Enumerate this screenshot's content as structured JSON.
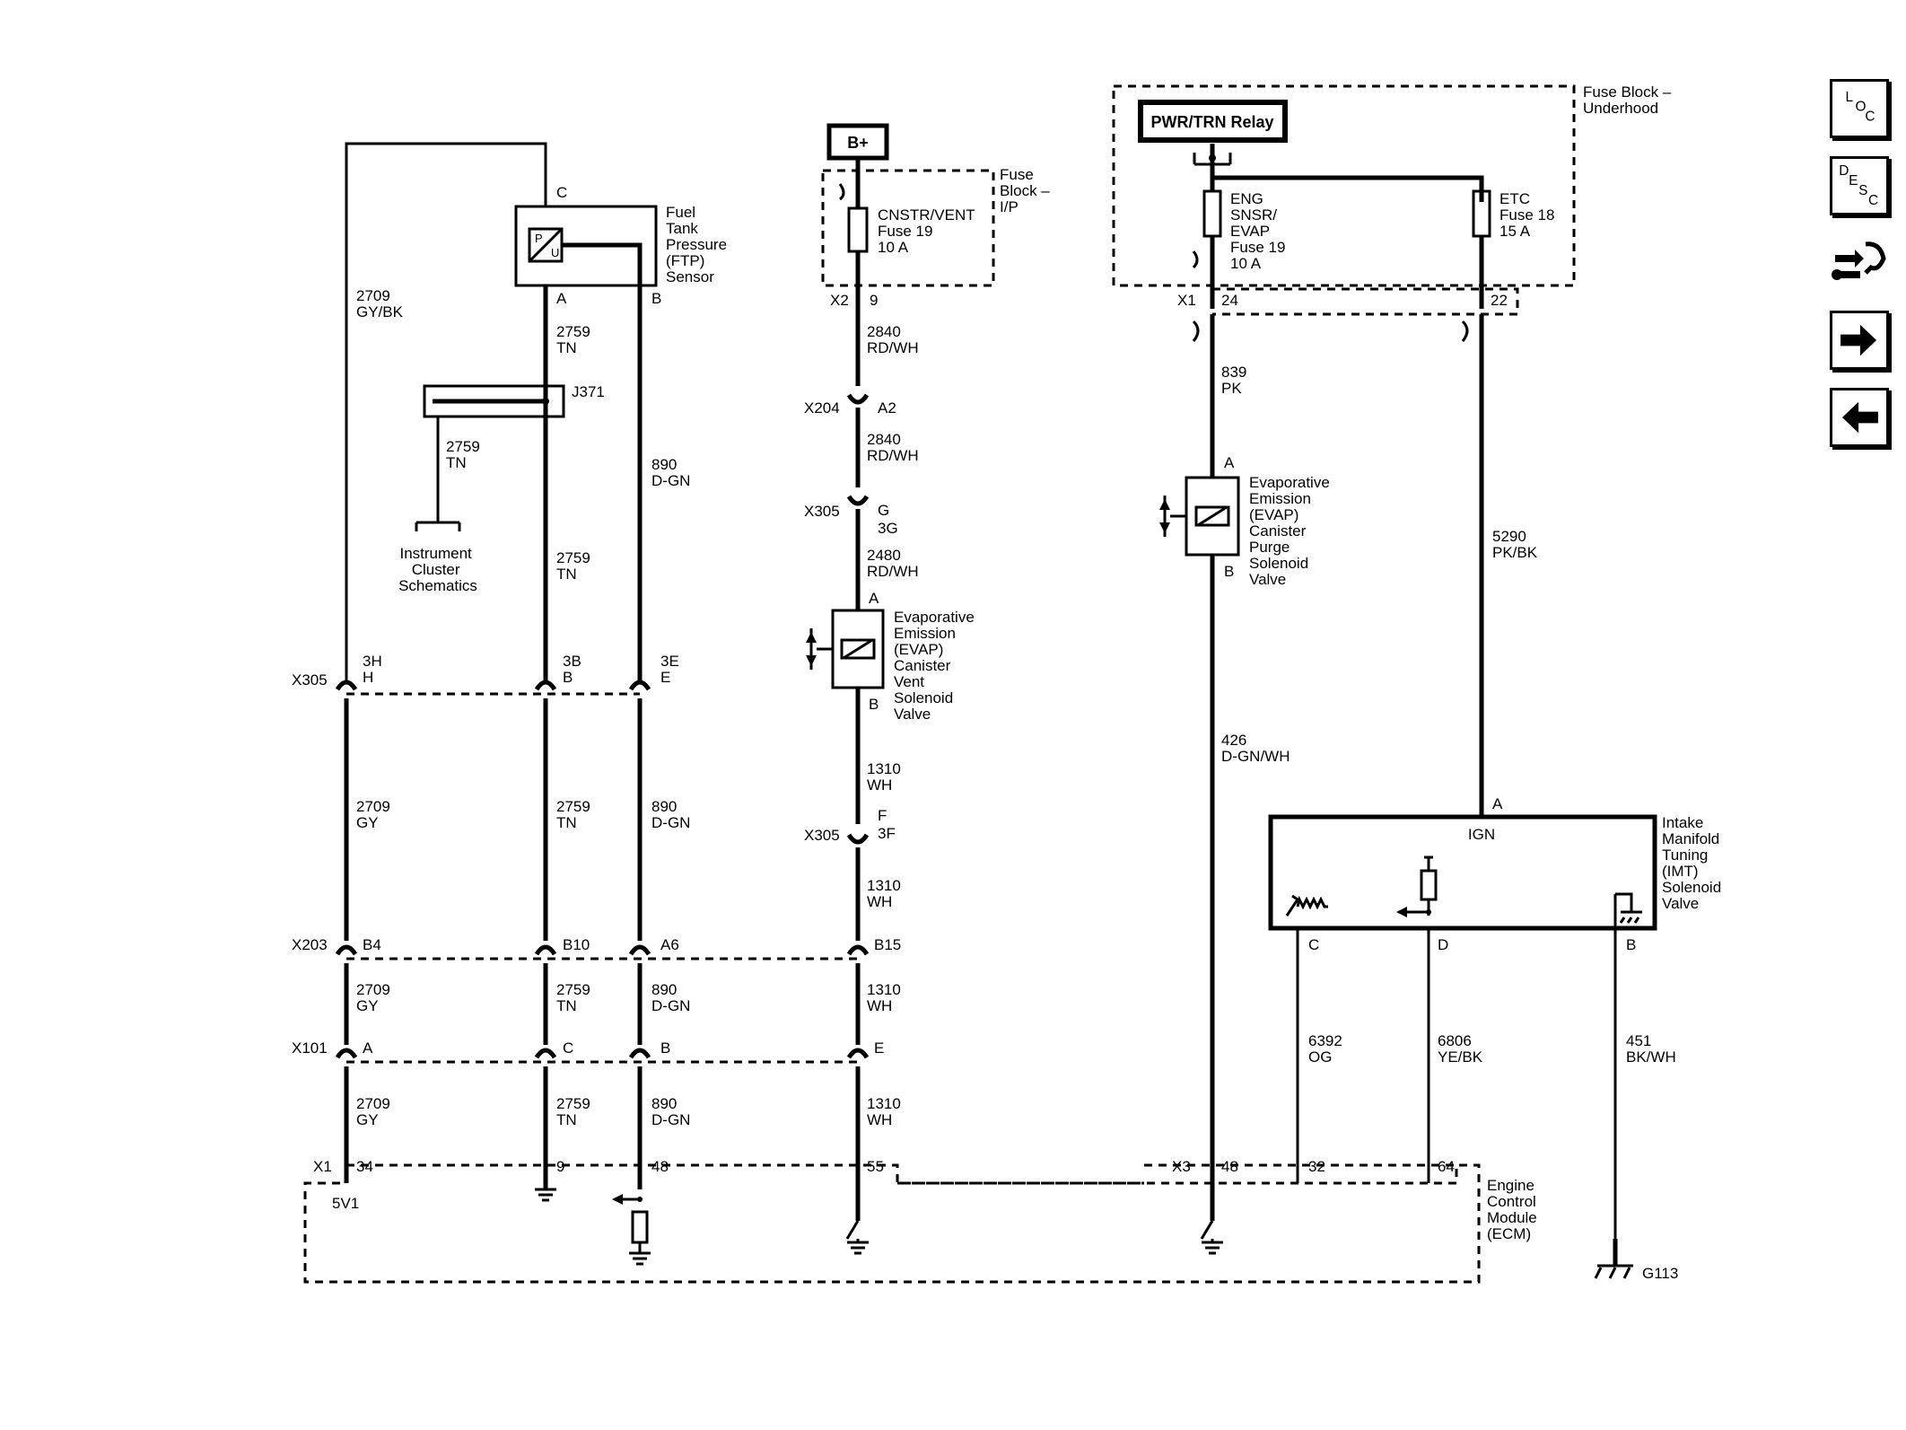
{
  "components": {
    "ftp_sensor": {
      "pin_top": "C",
      "label": [
        "Fuel",
        "Tank",
        "Pressure",
        "(FTP)",
        "Sensor"
      ],
      "pin_a": "A",
      "pin_b": "B",
      "symbol_p": "P",
      "symbol_u": "U"
    },
    "j371": {
      "label": "J371"
    },
    "instrument_cluster": {
      "label": [
        "Instrument",
        "Cluster",
        "Schematics"
      ]
    },
    "battery": {
      "label": "B+"
    },
    "fuse_block_ip": {
      "label": [
        "Fuse",
        "Block –",
        "I/P"
      ],
      "fuse_label": [
        "CNSTR/VENT",
        "Fuse 19",
        "10 A"
      ],
      "connector": "X2",
      "pin": "9"
    },
    "fuse_block_underhood": {
      "label": [
        "Fuse Block –",
        "Underhood"
      ],
      "relay": "PWR/TRN Relay",
      "fuse_eng": [
        "ENG",
        "SNSR/",
        "EVAP",
        "Fuse 19",
        "10 A"
      ],
      "fuse_etc": [
        "ETC",
        "Fuse 18",
        "15 A"
      ],
      "connector": "X1",
      "pin_24": "24",
      "pin_22": "22"
    },
    "evap_vent": {
      "label": [
        "Evaporative",
        "Emission",
        "(EVAP)",
        "Canister",
        "Vent",
        "Solenoid",
        "Valve"
      ],
      "pin_a": "A",
      "pin_b": "B"
    },
    "evap_purge": {
      "label": [
        "Evaporative",
        "Emission",
        "(EVAP)",
        "Canister",
        "Purge",
        "Solenoid",
        "Valve"
      ],
      "pin_a": "A",
      "pin_b": "B"
    },
    "imt": {
      "label": [
        "Intake",
        "Manifold",
        "Tuning",
        "(IMT)",
        "Solenoid",
        "Valve"
      ],
      "ign": "IGN",
      "pin_a": "A",
      "pin_c": "C",
      "pin_d": "D",
      "pin_b": "B"
    },
    "ecm": {
      "label": [
        "Engine",
        "Control",
        "Module",
        "(ECM)"
      ],
      "x1": "X1",
      "x3": "X3",
      "v5": "5V1",
      "pins_x1": [
        "34",
        "9",
        "48",
        "55"
      ],
      "pins_x3": [
        "48",
        "32",
        "64"
      ]
    },
    "ground": {
      "label": "G113"
    }
  },
  "wires": {
    "w2709gybk": [
      "2709",
      "GY/BK"
    ],
    "w2759tn_a": [
      "2759",
      "TN"
    ],
    "w2759tn_j": [
      "2759",
      "TN"
    ],
    "w890dgn_top": [
      "890",
      "D-GN"
    ],
    "w2759tn_b": [
      "2759",
      "TN"
    ],
    "w2709gy_1": [
      "2709",
      "GY"
    ],
    "w2759tn_1": [
      "2759",
      "TN"
    ],
    "w890dgn_1": [
      "890",
      "D-GN"
    ],
    "w2709gy_2": [
      "2709",
      "GY"
    ],
    "w2759tn_2": [
      "2759",
      "TN"
    ],
    "w890dgn_2": [
      "890",
      "D-GN"
    ],
    "w2709gy_3": [
      "2709",
      "GY"
    ],
    "w2759tn_3": [
      "2759",
      "TN"
    ],
    "w890dgn_3": [
      "890",
      "D-GN"
    ],
    "w2840_1": [
      "2840",
      "RD/WH"
    ],
    "w2840_2": [
      "2840",
      "RD/WH"
    ],
    "w2480": [
      "2480",
      "RD/WH"
    ],
    "w1310_1": [
      "1310",
      "WH"
    ],
    "w1310_2": [
      "1310",
      "WH"
    ],
    "w1310_3": [
      "1310",
      "WH"
    ],
    "w1310_4": [
      "1310",
      "WH"
    ],
    "w839": [
      "839",
      "PK"
    ],
    "w426": [
      "426",
      "D-GN/WH"
    ],
    "w5290": [
      "5290",
      "PK/BK"
    ],
    "w6392": [
      "6392",
      "OG"
    ],
    "w6806": [
      "6806",
      "YE/BK"
    ],
    "w451": [
      "451",
      "BK/WH"
    ]
  },
  "connectors": {
    "x305_left": {
      "name": "X305",
      "pins": [
        [
          "3H",
          "H"
        ],
        [
          "3B",
          "B"
        ],
        [
          "3E",
          "E"
        ]
      ]
    },
    "x203": {
      "name": "X203",
      "pins": [
        "B4",
        "B10",
        "A6",
        "B15"
      ]
    },
    "x101": {
      "name": "X101",
      "pins": [
        "A",
        "C",
        "B",
        "E"
      ]
    },
    "x204": {
      "name": "X204",
      "pin": "A2"
    },
    "x305_g": {
      "name": "X305",
      "pins": [
        "G",
        "3G"
      ]
    },
    "x305_f": {
      "name": "X305",
      "pins": [
        "F",
        "3F"
      ]
    }
  },
  "nav": {
    "loc": [
      "L",
      "O",
      "C"
    ],
    "desc": [
      "D",
      "E",
      "S",
      "C"
    ],
    "icons": [
      "service-tools-icon",
      "arrow-right-icon",
      "arrow-left-icon"
    ]
  }
}
